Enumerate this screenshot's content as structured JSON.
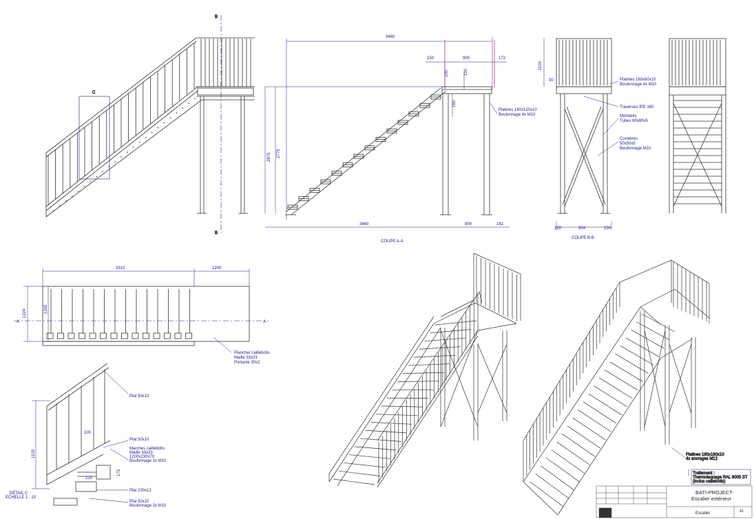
{
  "colors": {
    "blue": "#1a1a8c",
    "ink": "#333333",
    "magenta": "#cc2277"
  },
  "views": {
    "side": {
      "tag_c": "C",
      "section_b_top": "B",
      "section_b_bottom": "B"
    },
    "coupe_aa": {
      "caption": "COUPE A-A",
      "dim_top": "3460",
      "dim_150": "150",
      "dim_900": "900",
      "dim_172": "172",
      "dim_100a": "100",
      "dim_100b": "100",
      "dim_160": "160",
      "dim_2875": "2875",
      "dim_2775": "2775",
      "dim_bottom_3460": "3460",
      "dim_bottom_900": "900",
      "dim_bottom_162": "162",
      "note_platines_1": "Platines 160x120x10",
      "note_platines_2": "Boulonnage 4x M10"
    },
    "coupe_bb": {
      "caption": "COUPE B-B",
      "dim_1100": "1100",
      "dim_30": "30",
      "dim_150a": "150",
      "dim_924": "924",
      "dim_150b": "150",
      "note_1a": "Platines 180x80x10",
      "note_1b": "Boulonnage 4x M10",
      "note_2": "Traverses IPE 160",
      "note_3a": "Montants",
      "note_3b": "Tubes 80x80x5",
      "note_4a": "Cornières",
      "note_4b": "50x50x5",
      "note_4c": "Boulonnage M10"
    },
    "plan": {
      "dim_3310": "3310",
      "dim_1200": "1200",
      "dim_1200v": "1200",
      "dim_1224": "1224",
      "sec_a_left": "A",
      "sec_a_right": "A",
      "note_1": "Plancher caillebotis",
      "note_2": "Maille 33x33",
      "note_3": "Portante 30x2"
    },
    "detail_c": {
      "caption_1": "DÉTAIL C",
      "caption_2": "ECHELLE 1 : 10",
      "dim_1100": "1100",
      "dim_100": "100",
      "dim_220": "220",
      "dim_175": "175",
      "n_plat_50_top": "Plat 50x10",
      "n_plat_50_mid": "Plat 50x10",
      "n_marches_1": "Marches caillebotis",
      "n_marches_2": "Maille 33x33",
      "n_marches_3": "1200x230x70",
      "n_marches_4": "Boulonnage 2x M10",
      "n_plat_200": "Plat 200x12",
      "n_plat_50_bot_1": "Plat 50x10",
      "n_plat_50_bot_2": "Boulonnage 2x M10"
    },
    "iso_right": {
      "note_1": "Platines 180x180x10",
      "note_2": "4x ancrages M12",
      "note_3": "Traitement :",
      "note_4": "Thermolaquage RAL 9005 ST",
      "note_5": "(inclus caillebotis)"
    }
  },
  "title_block": {
    "project": "BATI-PROJECT-",
    "subject": "Escalier extérieur",
    "part": "Escalier",
    "sheet": "A1"
  }
}
